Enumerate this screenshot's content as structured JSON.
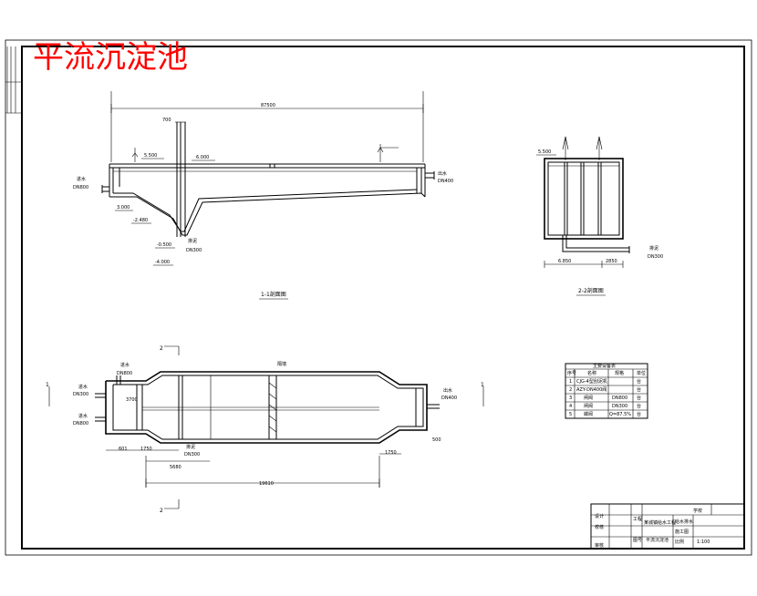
{
  "title": "平流沉淀池",
  "section1": {
    "caption": "1-1剖面图",
    "dim_total": "87500",
    "dim_700": "700",
    "elev_5500": "5.500",
    "elev_6000": "6.000",
    "elev_3000": "3.000",
    "elev_neg2480": "-2.480",
    "elev_neg0500": "-0.500",
    "elev_neg4000": "-4.000",
    "inlet_label": "进水",
    "inlet_dn": "DN800",
    "outlet_label": "出水",
    "outlet_dn": "DN400",
    "sludge_label": "排泥",
    "sludge_dn": "DN300"
  },
  "section2": {
    "caption": "2-2剖面图",
    "elev_5500": "5.500",
    "dim_left": "6.850",
    "dim_right": "2850",
    "sludge_label": "排泥",
    "sludge_dn": "DN300"
  },
  "plan": {
    "sec_mark_1": "1",
    "sec_mark_2": "2",
    "dim_bottom": "19610",
    "dim_601": "601",
    "dim_1750": "1750",
    "dim_5680": "5680",
    "dim_1750b": "1750",
    "dim_500": "500",
    "dim_width": "3700",
    "inlet_label_a": "进水",
    "inlet_dn_a": "DN800",
    "inlet_label_b": "进水",
    "inlet_dn_b": "DN300",
    "inlet_label_c": "进水",
    "inlet_dn_c": "DN800",
    "outlet_label": "出水",
    "outlet_dn": "DN400",
    "sludge_label": "排泥",
    "sludge_dn": "DN300",
    "baffle_label": "隔墙"
  },
  "equipment_table": {
    "title": "主要设备表",
    "headers": [
      "序号",
      "名称",
      "规格",
      "单位"
    ],
    "rows": [
      [
        "1",
        "CJG-4型刮泥机",
        "",
        "台"
      ],
      [
        "2",
        "AZY-DN400阀",
        "",
        "台"
      ],
      [
        "3",
        "闸阀",
        "DN800",
        "台"
      ],
      [
        "4",
        "闸阀",
        "DN300",
        "台"
      ],
      [
        "5",
        "蝶阀",
        "Q=87.5%",
        "台"
      ]
    ]
  },
  "title_block": {
    "row1_a": "设计",
    "row2_a": "校核",
    "row3_a": "审核",
    "project": "某城镇给水工程",
    "drawing_name": "平流沉淀池",
    "school": "学校",
    "major": "给水排水",
    "scale_label": "比例",
    "scale": "1:100",
    "design_label": "工程",
    "design_stage": "施工图",
    "drawing_label": "图号"
  }
}
